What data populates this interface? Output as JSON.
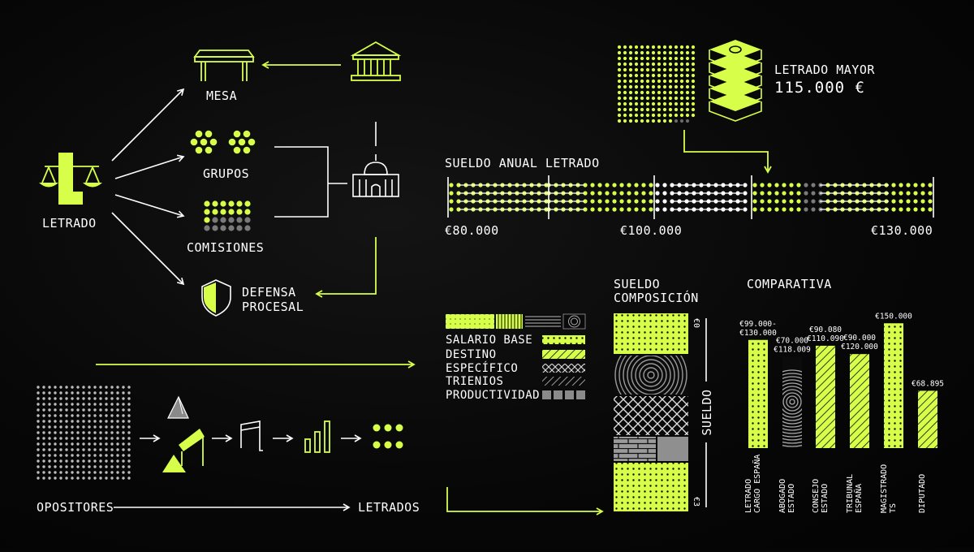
{
  "colors": {
    "accent": "#d7ff4a",
    "background": "#050505",
    "text": "#ffffff",
    "grey": "#8a8a8a"
  },
  "icons": [
    "scales-icon",
    "table-icon",
    "parliament-building-icon",
    "congress-dome-icon",
    "shield-icon",
    "stack-of-money-icon",
    "pyramid-icon",
    "hurdle-icon",
    "bar-growth-icon",
    "dots-group-icon"
  ],
  "left_diagram": {
    "letrado": "LETRADO",
    "mesa": "MESA",
    "grupos": "GRUPOS",
    "comisiones": "COMISIONES",
    "defensa_line1": "DEFENSA",
    "defensa_line2": "PROCESAL"
  },
  "process": {
    "opositores": "OPOSITORES",
    "letrados": "LETRADOS"
  },
  "salary_top": {
    "letrado_mayor_label": "LETRADO MAYOR",
    "letrado_mayor_value": "115.000 €",
    "title": "SUELDO ANUAL LETRADO",
    "tick_80": "€80.000",
    "tick_100": "€100.000",
    "tick_130": "€130.000"
  },
  "legend": {
    "items": [
      "SALARIO BASE",
      "DESTINO",
      "ESPECÍFICO",
      "TRIENIOS",
      "PRODUCTIVIDAD"
    ]
  },
  "composition": {
    "title_line1": "SUELDO",
    "title_line2": "COMPOSICIÓN",
    "axis_label": "SUELDO",
    "top_marker": "€0",
    "bottom_marker": "€3"
  },
  "comparativa": {
    "title": "COMPARATIVA"
  },
  "chart_data": {
    "type": "bar",
    "title": "COMPARATIVA",
    "categories": [
      "LETRADO CARGO ESPAÑA",
      "ABOGADO ESTADO",
      "CONSEJO ESTADO",
      "TRIBUNAL ESPAÑA",
      "MAGISTRADO TS",
      "DIPUTADO"
    ],
    "category_lines": [
      [
        "LETRADO",
        "CARGO ESPAÑA"
      ],
      [
        "ABOGADO",
        "ESTADO"
      ],
      [
        "CONSEJO",
        "ESTADO"
      ],
      [
        "TRIBUNAL",
        "ESPAÑA"
      ],
      [
        "MAGISTRADO",
        "TS"
      ],
      [
        "DIPUTADO"
      ]
    ],
    "value_labels": [
      [
        "€99.000-",
        "€130.000"
      ],
      [
        "€70.000",
        "€118.009"
      ],
      [
        "€90.080",
        "€110.090"
      ],
      [
        "€90.000",
        "€120.000"
      ],
      [
        "€150.000"
      ],
      [
        "€68.895"
      ]
    ],
    "values": [
      130000,
      110000,
      123000,
      113000,
      150000,
      68895
    ],
    "ylim": [
      0,
      160000
    ]
  }
}
